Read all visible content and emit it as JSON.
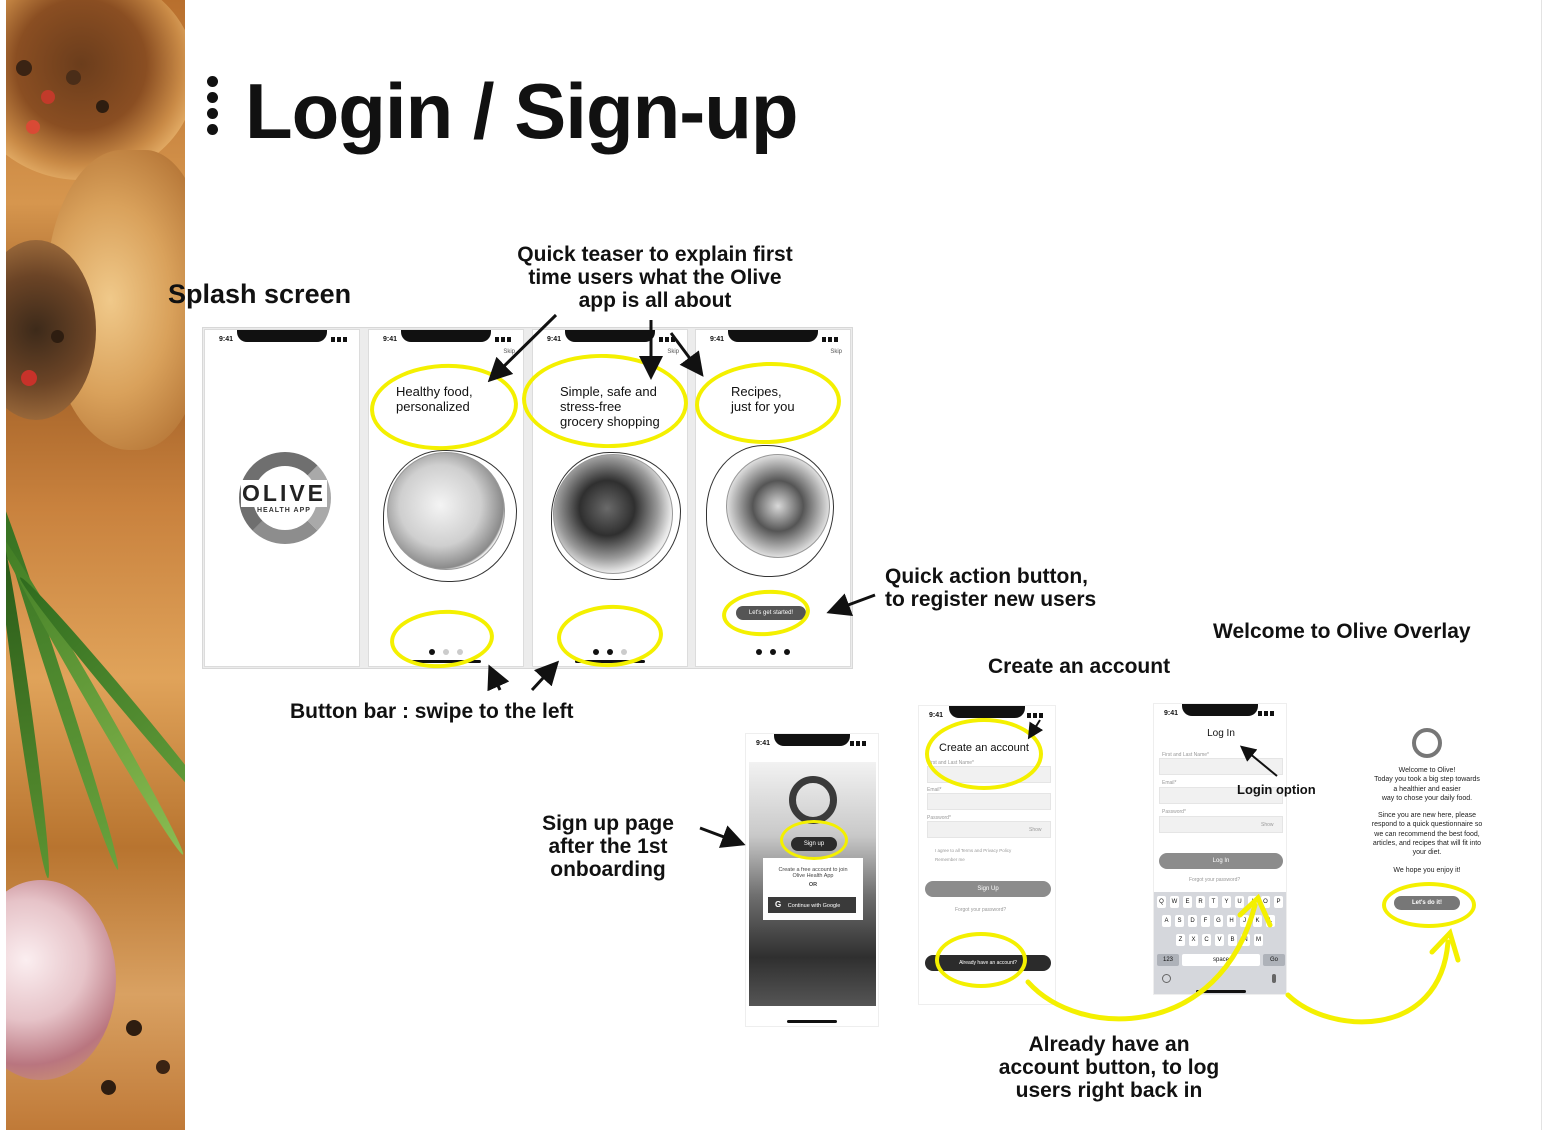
{
  "slide": {
    "title": "Login / Sign-up"
  },
  "annotations": {
    "splash": "Splash screen",
    "teaser_line1": "Quick teaser to explain first",
    "teaser_line2": "time users what the Olive",
    "teaser_line3": "app is all about",
    "quick_action_line1": "Quick action button,",
    "quick_action_line2": "to register new users",
    "welcome_overlay": "Welcome to Olive Overlay",
    "create_account": "Create an account",
    "button_bar": "Button bar : swipe to the left",
    "signup_line1": "Sign up page",
    "signup_line2": "after the 1st",
    "signup_line3": "onboarding",
    "already_line1": "Already have an",
    "already_line2": "account button, to log",
    "already_line3": "users right back in",
    "login_option": "Login option"
  },
  "phones": {
    "time": "9:41",
    "skip": "Skip",
    "splash_logo_main": "OLIVE",
    "splash_logo_sub": "HEALTH APP",
    "screen2_line1": "Healthy food,",
    "screen2_line2": "personalized",
    "screen3_line1": "Simple, safe and",
    "screen3_line2": "stress-free",
    "screen3_line3": "grocery shopping",
    "screen4_line1": "Recipes,",
    "screen4_line2": "just for you",
    "cta": "Let's get started!"
  },
  "signup_page": {
    "signup_button": "Sign up",
    "text_line1": "Create a free account to join",
    "text_line2": "Olive Health App",
    "or": "OR",
    "google": "Continue with Google"
  },
  "create_account_page": {
    "title": "Create an account",
    "name_label": "First and Last Name*",
    "email_label": "Email*",
    "password_label": "Password*",
    "show": "Show",
    "terms": "I agree to all Terms and Privacy Policy",
    "remember": "Remember me",
    "signup_button": "Sign Up",
    "forgot": "Forgot your password?",
    "already": "Already have an account?"
  },
  "login_page": {
    "title": "Log In",
    "name_label": "First and Last Name*",
    "email_label": "Email*",
    "password_label": "Password*",
    "show": "Show",
    "login_button": "Log In",
    "forgot": "Forgot your password?",
    "keys_row1": [
      "Q",
      "W",
      "E",
      "R",
      "T",
      "Y",
      "U",
      "I",
      "O",
      "P"
    ],
    "keys_row2": [
      "A",
      "S",
      "D",
      "F",
      "G",
      "H",
      "J",
      "K",
      "L"
    ],
    "keys_row3": [
      "Z",
      "X",
      "C",
      "V",
      "B",
      "N",
      "M"
    ],
    "key_123": "123",
    "key_space": "space",
    "key_go": "Go"
  },
  "welcome_overlay": {
    "line1": "Welcome to Olive!",
    "line2": "Today you took a big step towards",
    "line3": "a healthier and easier",
    "line4": "way to chose your daily food.",
    "line5": "Since you are new here, please",
    "line6": "respond to a quick questionnaire so",
    "line7": "we can recommend the best food,",
    "line8": "articles, and recipes that will fit into",
    "line9": "your diet.",
    "line10": "We hope you enjoy it!",
    "button": "Let's do it!"
  },
  "colors": {
    "highlight": "#f4f000",
    "dark_button": "#2b2b2b",
    "grey_button": "#8c8c8c",
    "text": "#111111"
  },
  "icons": [
    "ellipsis-vertical-icon",
    "arrow-icon",
    "google-icon",
    "olive-ring-icon",
    "signal-icon"
  ]
}
